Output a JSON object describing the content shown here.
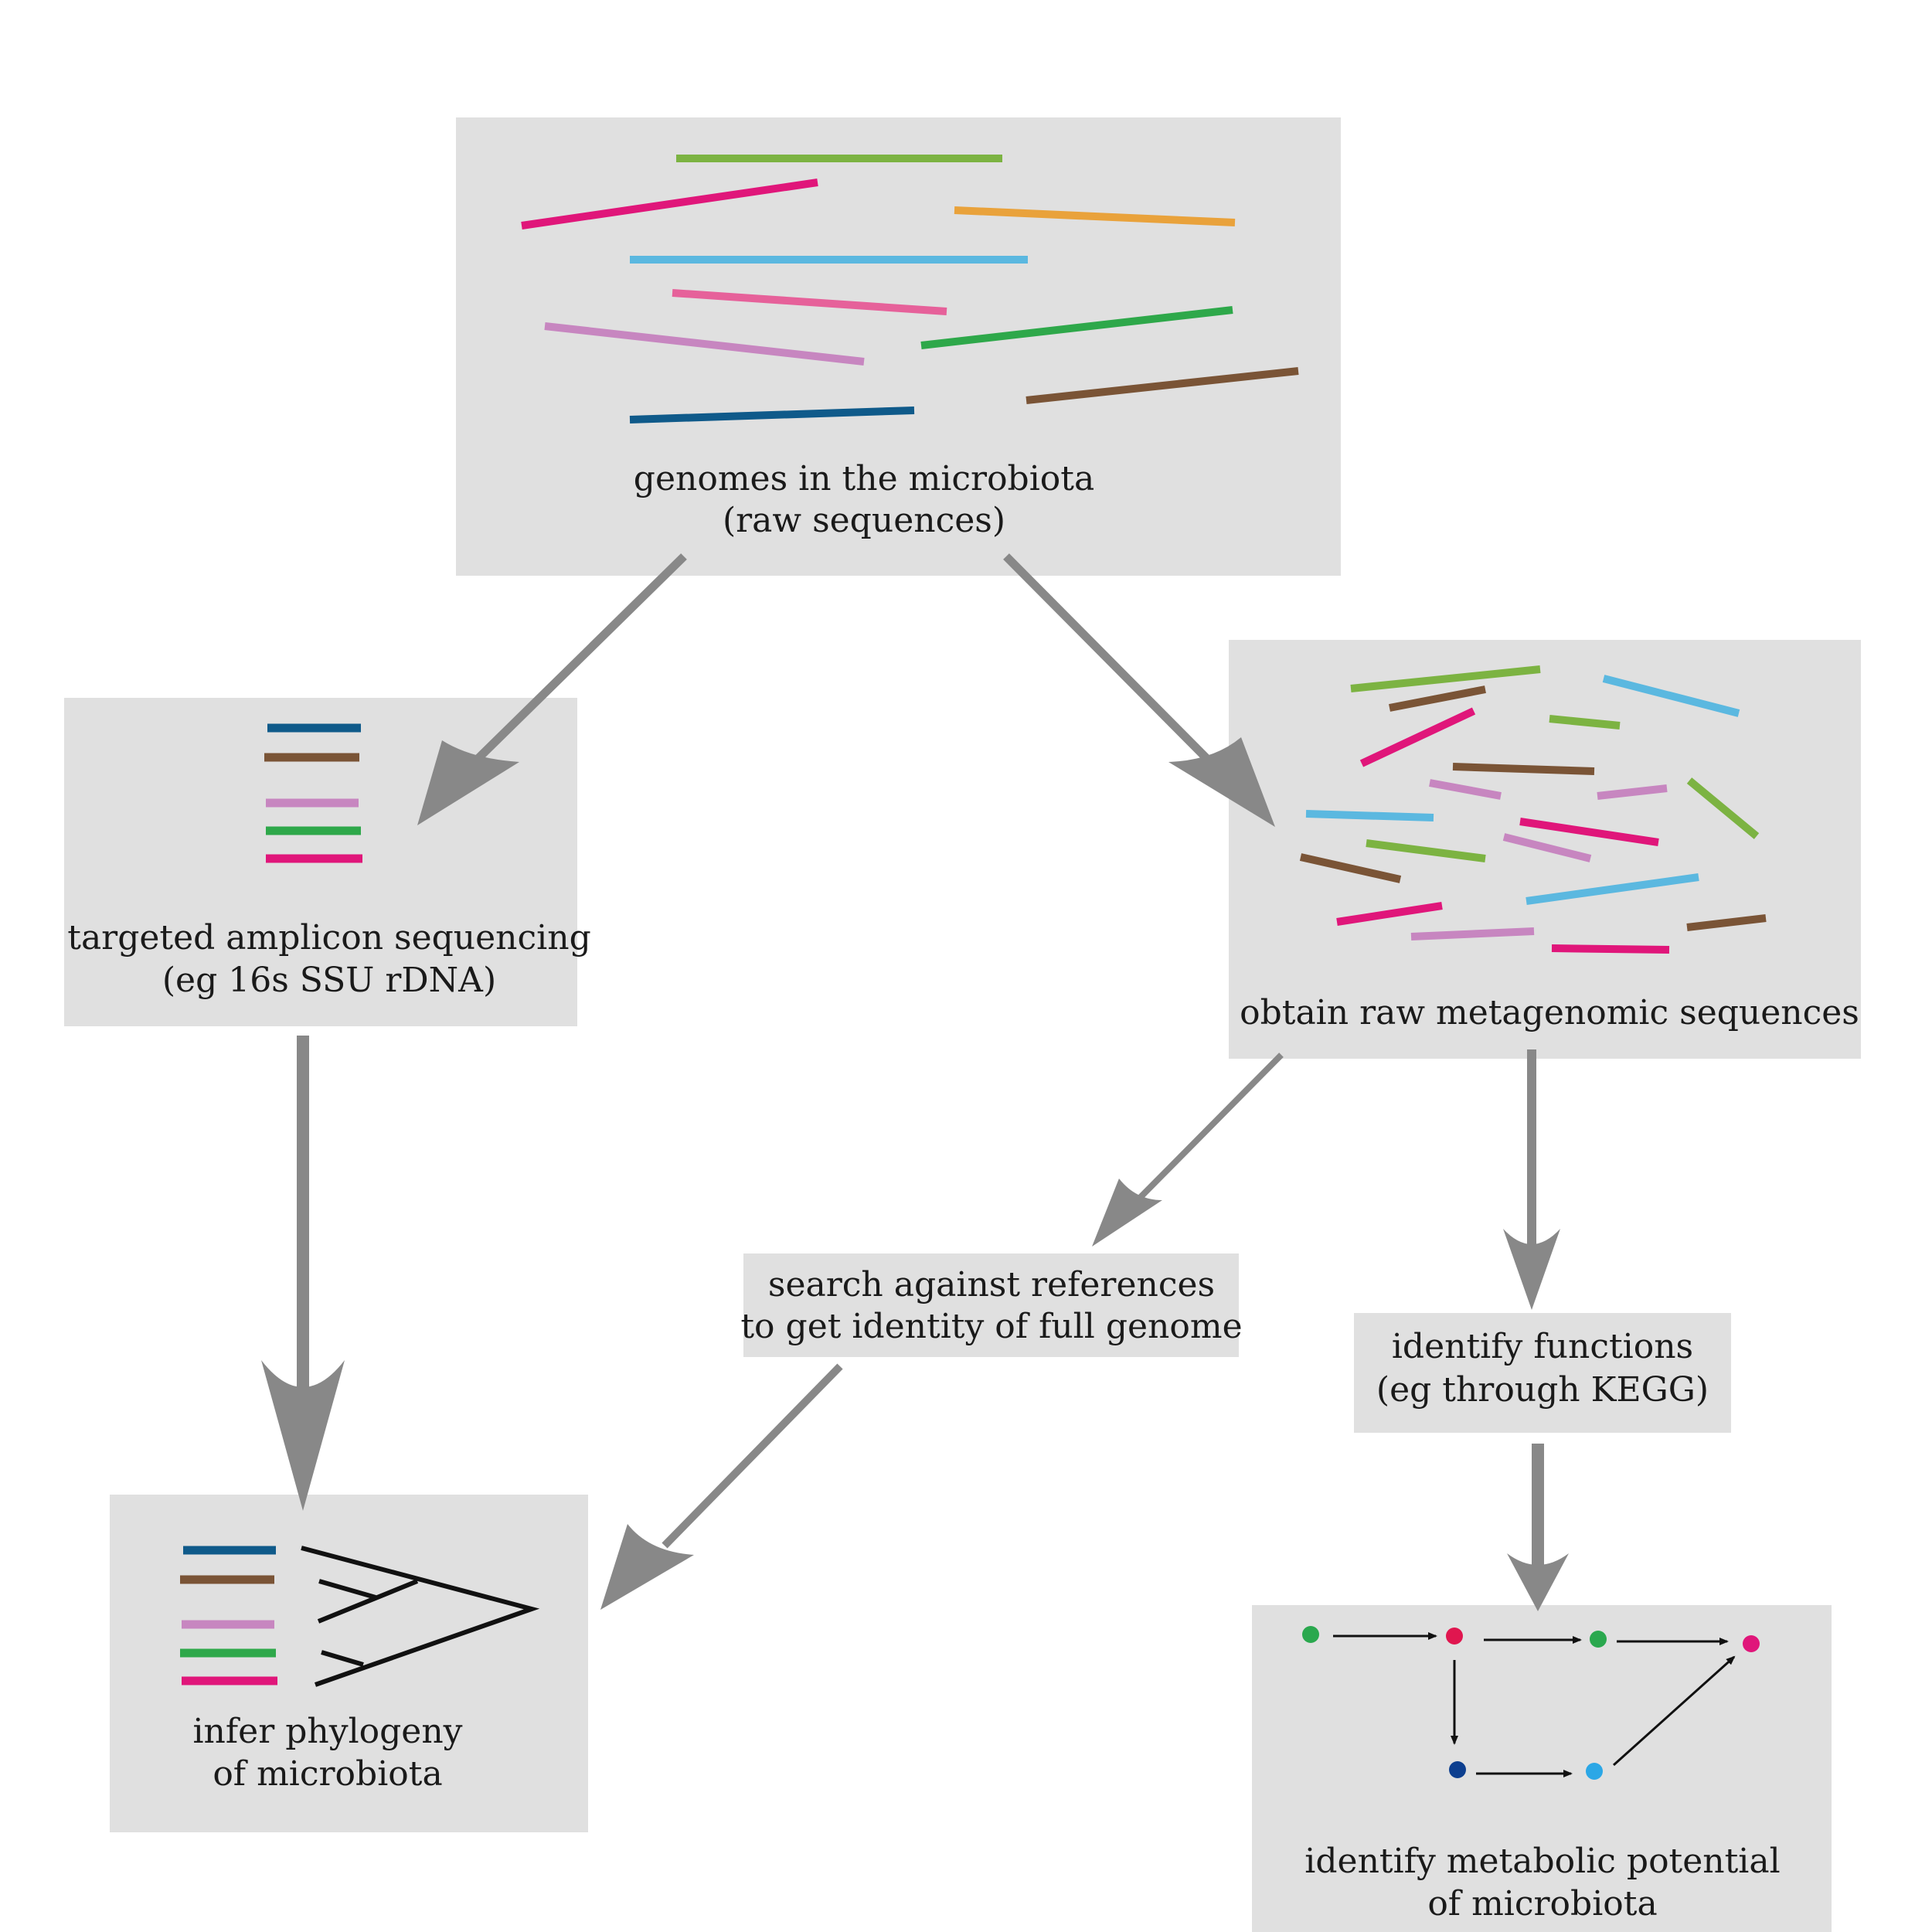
{
  "colors": {
    "box_fill": "#e0e0e0",
    "arrow": "#888888",
    "lime": "#7cb342",
    "magenta": "#e0167a",
    "orange": "#e9a23b",
    "sky": "#5bb8e0",
    "pink": "#e6619a",
    "lilac": "#c786c0",
    "green": "#2ea84a",
    "brown": "#7a5436",
    "navy": "#0f5a8a",
    "node_green": "#2aa84e",
    "node_red": "#e0164f",
    "node_navy": "#0d3f8f",
    "node_blue": "#2ba7e6",
    "node_magenta": "#e0167a"
  },
  "boxes": {
    "genomes": {
      "line1": "genomes in the microbiota",
      "line2": "(raw sequences)"
    },
    "amplicon": {
      "line1": "targeted amplicon sequencing",
      "line2": "(eg 16s SSU rDNA)"
    },
    "metagenomic": {
      "line1": "obtain raw metagenomic sequences"
    },
    "search": {
      "line1": "search against references",
      "line2": "to get identity of full genome"
    },
    "functions": {
      "line1": "identify functions",
      "line2": "(eg through KEGG)"
    },
    "phylogeny": {
      "line1": "infer phylogeny",
      "line2": "of microbiota"
    },
    "metabolic": {
      "line1": "identify metabolic potential",
      "line2": "of microbiota"
    }
  },
  "icons": {
    "genome_fragments": "colored-sequence-lines",
    "amplicon_reads": "stacked-amplicon-bars",
    "metagenomic_reads": "scattered-short-reads",
    "phylogenetic_tree": "tree-icon",
    "metabolic_network": "pathway-network-icon"
  }
}
